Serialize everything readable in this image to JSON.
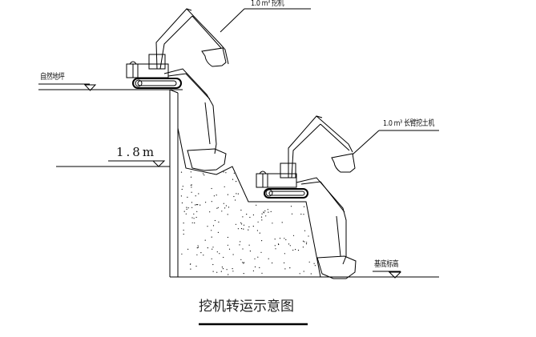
{
  "diagram": {
    "title": "挖机转运示意图",
    "labels": {
      "top_callout": "1.0 m³ 挖机",
      "left_ground": "自然地坪",
      "middle_callout": "1.0 m³ 长臂挖土机",
      "bottom_ground": "基底标高",
      "height_dimension": "1.8m"
    },
    "colors": {
      "line": "#000000",
      "background": "#ffffff",
      "text": "#111111"
    }
  }
}
